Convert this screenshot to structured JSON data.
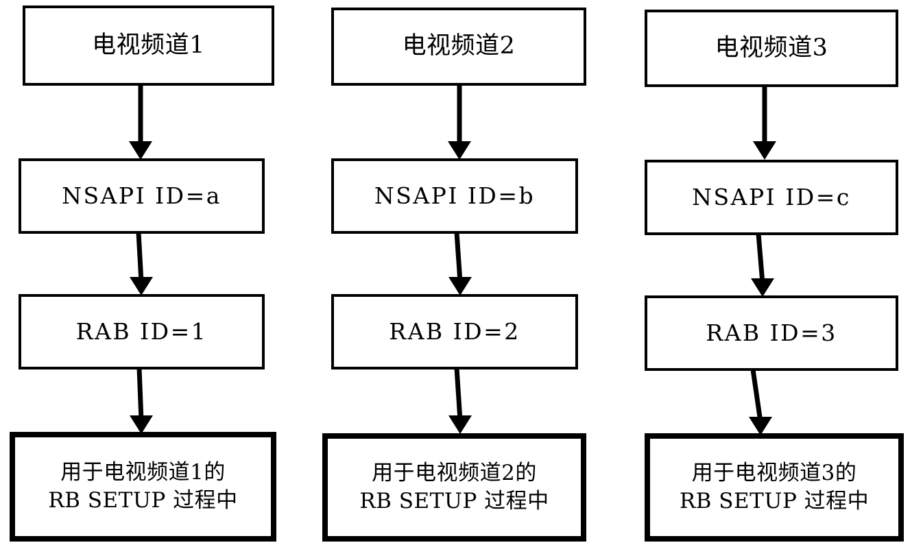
{
  "diagram": {
    "title": "TV channel NSAPI / RAB mapping flow",
    "background_color": "#ffffff",
    "line_color": "#000000",
    "columns": [
      {
        "id": "channel-1",
        "nodes": [
          {
            "id": "tv-channel",
            "label": "电视频道1"
          },
          {
            "id": "nsapi-id",
            "label": "NSAPI ID=a"
          },
          {
            "id": "rab-id",
            "label": "RAB ID=1"
          },
          {
            "id": "rb-setup",
            "label": "用于电视频道1的\nRB SETUP 过程中"
          }
        ]
      },
      {
        "id": "channel-2",
        "nodes": [
          {
            "id": "tv-channel",
            "label": "电视频道2"
          },
          {
            "id": "nsapi-id",
            "label": "NSAPI ID=b"
          },
          {
            "id": "rab-id",
            "label": "RAB ID=2"
          },
          {
            "id": "rb-setup",
            "label": "用于电视频道2的\nRB SETUP 过程中"
          }
        ]
      },
      {
        "id": "channel-3",
        "nodes": [
          {
            "id": "tv-channel",
            "label": "电视频道3"
          },
          {
            "id": "nsapi-id",
            "label": "NSAPI ID=c"
          },
          {
            "id": "rab-id",
            "label": "RAB ID=3"
          },
          {
            "id": "rb-setup",
            "label": "用于电视频道3的\nRB SETUP 过程中"
          }
        ]
      }
    ],
    "connector_icon": "down-arrow-icon"
  }
}
